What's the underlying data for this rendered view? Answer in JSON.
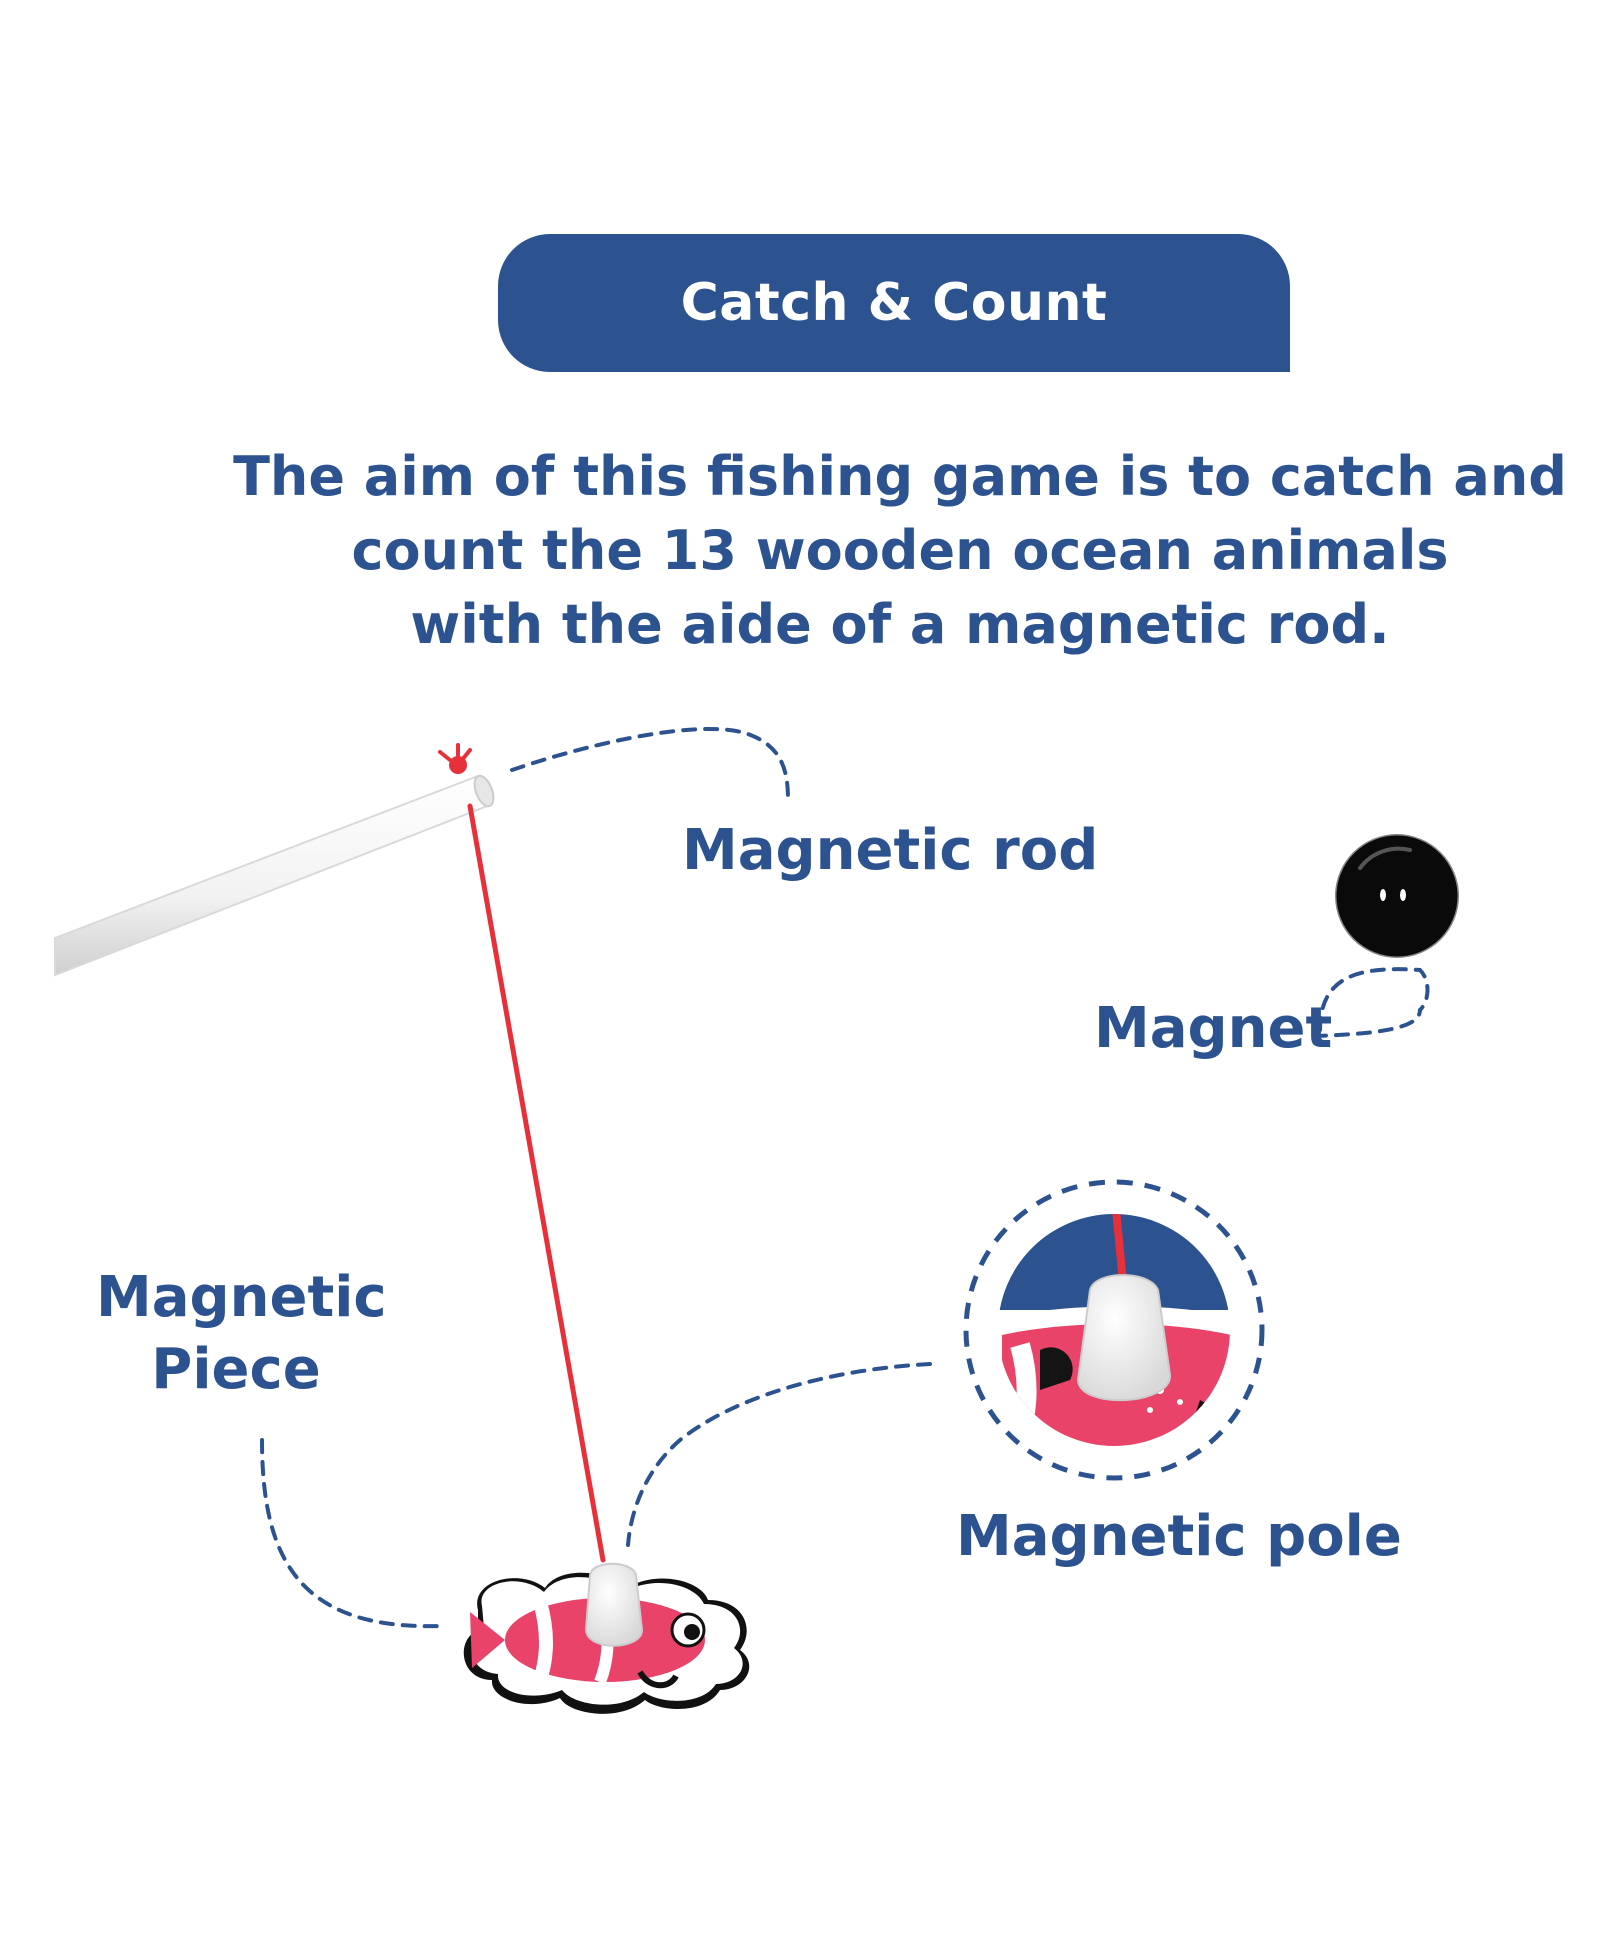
{
  "banner": {
    "title": "Catch & Count"
  },
  "description": {
    "lines": [
      "The aim of this fishing game is to catch and",
      "count the 13 wooden ocean animals",
      "with the aide of a magnetic rod."
    ]
  },
  "labels": {
    "magnetic_rod": "Magnetic rod",
    "magnet": "Magnet",
    "magnetic_piece_line1": "Magnetic",
    "magnetic_piece_line2": "Piece",
    "magnetic_pole": "Magnetic pole"
  },
  "colors": {
    "brand_blue": "#2c5290",
    "string_red": "#e8303a",
    "fish_pink": "#e9436a",
    "magnet_black": "#0a0a0a"
  },
  "icons": [
    "fishing-rod-icon",
    "magnet-icon",
    "fish-piece-icon",
    "magnetic-pole-zoom-icon"
  ]
}
